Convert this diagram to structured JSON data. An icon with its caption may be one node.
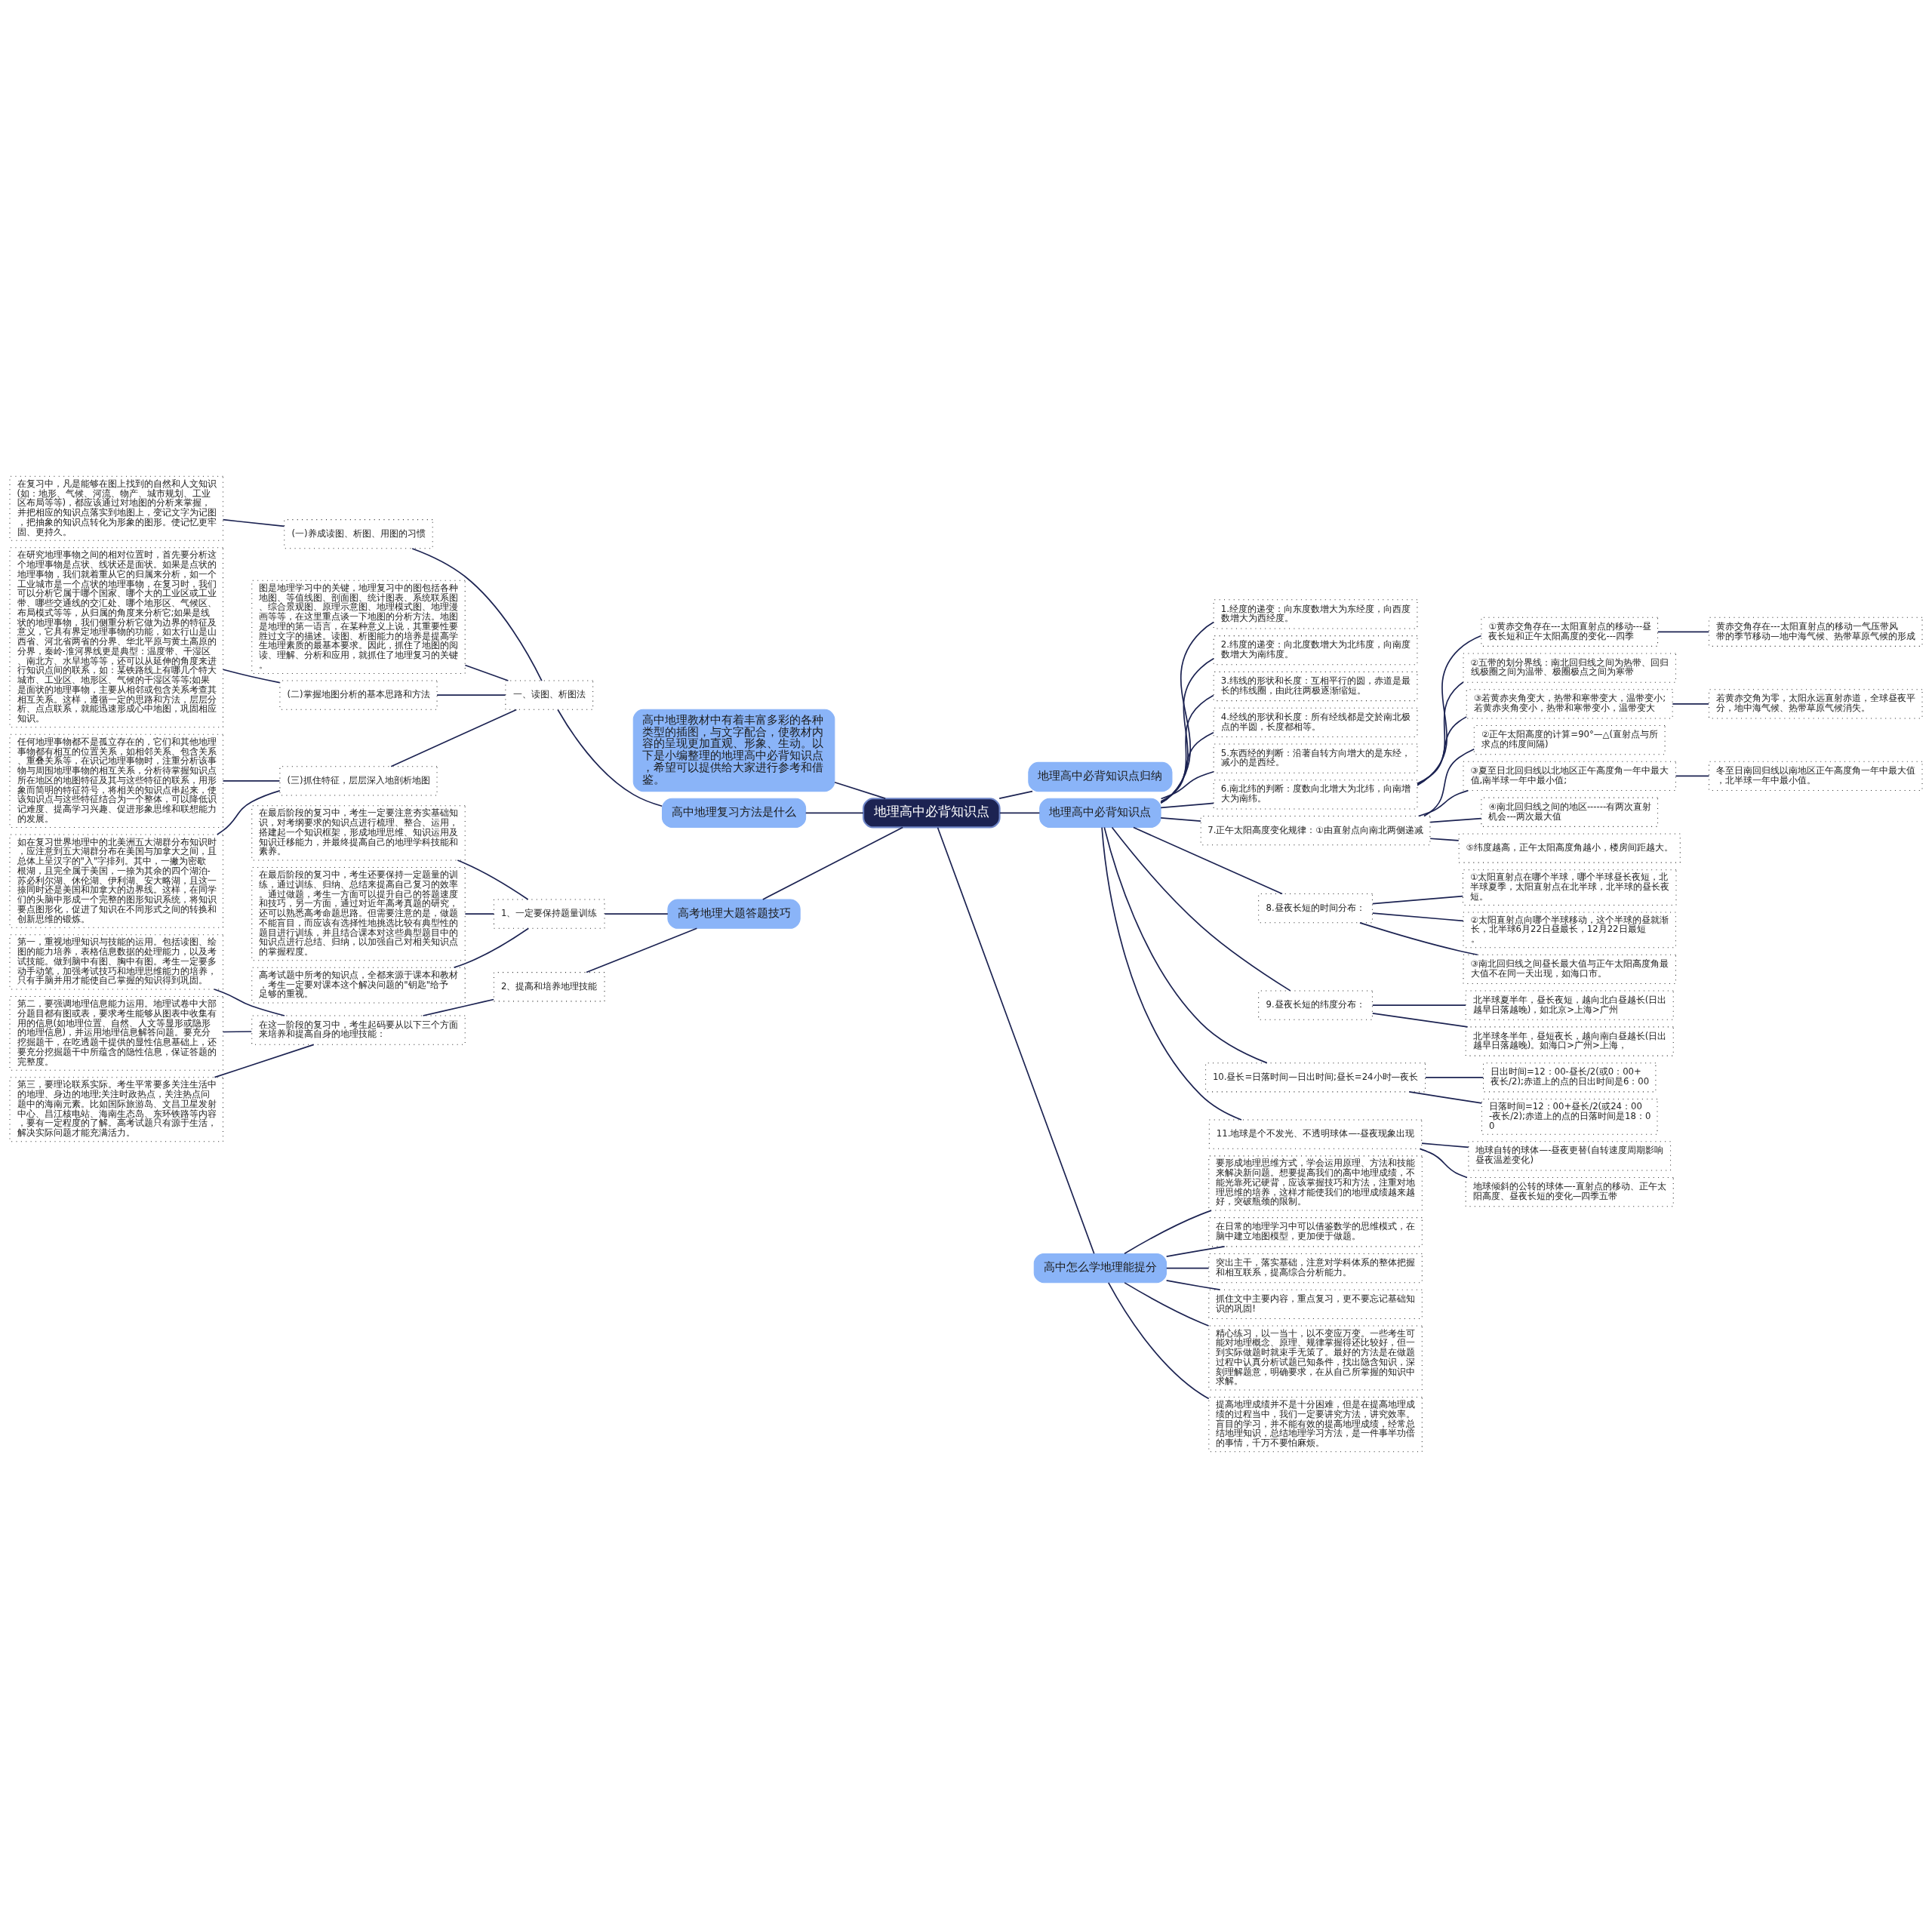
{
  "diagram": {
    "nodes": [
      {
        "text": [
          "地理高中必背知识点"
        ]
      },
      {
        "text": [
          "高中地理教材中有着丰富多彩的各种类型的插图，与文字配合，使教材内容的呈现更加直观、形象、生动。以下是小编整理的地理高中必背知识点，希望可以提供给大家进行参考和借鉴。"
        ]
      },
      {
        "text": [
          "高中地理复习方法是什么"
        ]
      },
      {
        "text": [
          "一、读图、析图法"
        ]
      },
      {
        "text": [
          "(一)养成读图、析图、用图的习惯"
        ]
      },
      {
        "text": [
          "图是地理学习中的关键，地理复习中的图包括各种地图、等值线图、剖面图、统计图表、系统联系图、综合景观图、原理示意图、地理模式图、地理漫画等等，在这里重点谈一下地图的分析方法。地图是地理的第一语言，在某种意义上说，其重要性要胜过文字的描述。读图、析图能力的培养是提高学生地理素质的最基本要求。因此，抓住了地图的阅读、理解、分析和应用，就抓住了地理复习的关键。"
        ]
      },
      {
        "text": [
          "在复习中，凡是能够在图上找到的自然和人文知识(如：地形、气候、河流、物产、城市规划、工业区布局等等)，都应该通过对地图的分析来掌握，并把相应的知识点落实到地图上，变记文字为记图，把抽象的知识点转化为形象的图形。使记忆更牢固、更持久。"
        ]
      },
      {
        "text": [
          "(二)掌握地图分析的基本思路和方法"
        ]
      },
      {
        "text": [
          "在研究地理事物之间的相对位置时，首先要分析这个地理事物是点状、线状还是面状。如果是点状的地理事物，我们就着重从它的归属来分析，如一个工业城市是一个点状的地理事物，在复习时，我们可以分析它属于哪个国家、哪个大的工业区或工业带、哪些交通线的交汇处、哪个地形区、气候区、布局模式等等，从归属的角度来分析它;如果是线状的地理事物，我们侧重分析它做为边界的特征及意义，它具有界定地理事物的功能，如太行山是山西省、河北省两省的分界、华北平原与黄土高原的分界，秦岭-淮河界线更是典型：温度带、干湿区、南北方、水旱地等等，还可以从延伸的角度来进行知识点间的联系，如：某铁路线上有哪几个特大城市、工业区、地形区、气候的干湿区等等;如果是面状的地理事物，主要从相邻或包含关系考查其相互关系。这样，遵循一定的思路和方法，层层分析、点点联系，就能迅速形成心中地图，巩固相应知识。"
        ]
      },
      {
        "text": [
          "(三)抓住特征，层层深入地剖析地图"
        ]
      },
      {
        "text": [
          "任何地理事物都不是孤立存在的，它们和其他地理事物都有相互的位置关系，如相邻关系、包含关系、重叠关系等，在识记地理事物时，注重分析该事物与周围地理事物的相互关系，分析待掌握知识点所在地区的地图特征及其与这些特征的联系，用形象而简明的特征符号，将相关的知识点串起来，使该知识点与这些特征结合为一个整体，可以降低识记难度、提高学习兴趣、促进形象思维和联想能力的发展。"
        ]
      },
      {
        "text": [
          "如在复习世界地理中的北美洲五大湖群分布知识时，应注意到五大湖群分布在美国与加拿大之间，且总体上呈汉字的\"入\"字排列。其中，一撇为密歇根湖，且完全属于美国，一捺为其余的四个湖泊-苏必利尔湖、休伦湖、伊利湖、安大略湖，且这一捺同时还是美国和加拿大的边界线。这样，在同学们的头脑中形成一个完整的图形知识系统，将知识要点图形化，促进了知识在不同形式之间的转换和创新思维的锻炼。"
        ]
      },
      {
        "text": [
          "高考地理大题答题技巧"
        ]
      },
      {
        "text": [
          "1、一定要保持题量训练"
        ]
      },
      {
        "text": [
          "在最后阶段的复习中，考生一定要注意夯实基础知识，对考纲要求的知识点进行梳理、整合、运用，搭建起一个知识框架，形成地理思维、知识运用及知识迁移能力，并最终提高自己的地理学科技能和素养。"
        ]
      },
      {
        "text": [
          "在最后阶段的复习中，考生还要保持一定题量的训练，通过训练、归纳、总结来提高自己复习的效率。通过做题，考生一方面可以提升自己的答题速度和技巧，另一方面，通过对近年高考真题的研究，还可以熟悉高考命题思路。但需要注意的是，做题不能盲目，而应该有选择性地挑选比较有典型性的题目进行训练，并且结合课本对这些典型题目中的知识点进行总结、归纳，以加强自己对相关知识点的掌握程度。"
        ]
      },
      {
        "text": [
          "高考试题中所考的知识点，全都来源于课本和教材，考生一定要对课本这个解决问题的\"钥匙\"给予足够的重视。"
        ]
      },
      {
        "text": [
          "2、提高和培养地理技能"
        ]
      },
      {
        "text": [
          "在这一阶段的复习中，考生起码要从以下三个方面来培养和提高自身的地理技能："
        ]
      },
      {
        "text": [
          "第一，重视地理知识与技能的运用。包括读图、绘图的能力培养，表格信息数据的处理能力，以及考试技能。做到脑中有图、胸中有图。考生一定要多动手动笔，加强考试技巧和地理思维能力的培养，只有手脑并用才能使自己掌握的知识得到巩固。"
        ]
      },
      {
        "text": [
          "第二，要强调地理信息能力运用。地理试卷中大部分题目都有图或表，要求考生能够从图表中收集有用的信息(如地理位置、自然、人文等显形或隐形的地理信息)，并运用地理信息解答问题。要充分挖掘题干，在吃透题干提供的显性信息基础上，还要充分挖掘题干中所蕴含的隐性信息，保证答题的完整度。"
        ]
      },
      {
        "text": [
          "第三，要理论联系实际。考生平常要多关注生活中的地理、身边的地理;关注时政热点，关注热点问题中的海南元素。比如国际旅游岛、文昌卫星发射中心、昌江核电站、海南生态岛、东环铁路等内容，要有一定程度的了解。高考试题只有源于生活，解决实际问题才能充满活力。"
        ]
      },
      {
        "text": [
          "地理高中必背知识点归纳"
        ]
      },
      {
        "text": [
          "地理高中必背知识点"
        ]
      },
      {
        "text": [
          "1.经度的递变：向东度数增大为东经度，向西度数增大为西经度。"
        ]
      },
      {
        "text": [
          "2.纬度的递变：向北度数增大为北纬度，向南度数增大为南纬度。"
        ]
      },
      {
        "text": [
          "3.纬线的形状和长度：互相平行的圆，赤道是最长的纬线圈，由此往两极逐渐缩短。"
        ]
      },
      {
        "text": [
          "4.经线的形状和长度：所有经线都是交於南北极点的半圆，长度都相等。"
        ]
      },
      {
        "text": [
          "5.东西经的判断：沿著自转方向增大的是东经，减小的是西经。"
        ]
      },
      {
        "text": [
          "6.南北纬的判断：度数向北增大为北纬，向南增大为南纬。"
        ]
      },
      {
        "text": [
          "①黄赤交角存在---太阳直射点的移动---昼夜长短和正午太阳高度的变化---四季"
        ]
      },
      {
        "text": [
          "黄赤交角存在---太阳直射点的移动一气压带风带的季节移动—地中海气候、热带草原气候的形成"
        ]
      },
      {
        "text": [
          "②五带的划分界线：南北回归线之间为热带、回归线极圈之间为温带、极圈极点之间为寒带"
        ]
      },
      {
        "text": [
          "③若黄赤夹角变大，热带和寒带变大，温带变小;若黄赤夹角变小，热带和寒带变小，温带变大"
        ]
      },
      {
        "text": [
          "若黄赤交角为零，太阳永远直射赤道，全球昼夜平分，地中海气候、热带草原气候消失。"
        ]
      },
      {
        "text": [
          "7.正午太阳高度变化规律：①由直射点向南北两侧递减"
        ]
      },
      {
        "text": [
          "②正午太阳高度的计算=90°—△(直射点与所求点的纬度间隔)"
        ]
      },
      {
        "text": [
          "③夏至日北回归线以北地区正午高度角一年中最大值,南半球一年中最小值;"
        ]
      },
      {
        "text": [
          "冬至日南回归线以南地区正午高度角一年中最大值，北半球一年中最小值。"
        ]
      },
      {
        "text": [
          "④南北回归线之间的地区------有两次直射机会---两次最大值"
        ]
      },
      {
        "text": [
          "⑤纬度越高，正午太阳高度角越小，楼房间距越大。"
        ]
      },
      {
        "text": [
          "8.昼夜长短的时间分布："
        ]
      },
      {
        "text": [
          "①太阳直射点在哪个半球，哪个半球昼长夜短，北半球夏季，太阳直射点在北半球，北半球的昼长夜短。"
        ]
      },
      {
        "text": [
          "②太阳直射点向哪个半球移动，这个半球的昼就渐长，北半球6月22日昼最长，12月22日最短。"
        ]
      },
      {
        "text": [
          "③南北回归线之间昼长最大值与正午太阳高度角最大值不在同一天出现，如海口市。"
        ]
      },
      {
        "text": [
          "9.昼夜长短的纬度分布："
        ]
      },
      {
        "text": [
          "北半球夏半年，昼长夜短，越向北白昼越长(日出越早日落越晚)，如北京>上海>广州"
        ]
      },
      {
        "text": [
          "北半球冬半年，昼短夜长，越向南白昼越长(日出越早日落越晚)。如海口>广州>上海，"
        ]
      },
      {
        "text": [
          "10.昼长=日落时间—日出时间;昼长=24小时—夜长"
        ]
      },
      {
        "text": [
          "日出时间=12：00-昼长/2(或0：00+夜长/2);赤道上的点的日出时间是6：00"
        ]
      },
      {
        "text": [
          "日落时间=12：00+昼长/2(或24：00-夜长/2);赤道上的点的日落时间是18：00"
        ]
      },
      {
        "text": [
          "11.地球是个不发光、不透明球体—-昼夜现象出现"
        ]
      },
      {
        "text": [
          "地球自转的球体—-昼夜更替(自转速度周期影响昼夜温差变化)"
        ]
      },
      {
        "text": [
          "地球倾斜的公转的球体—-直射点的移动、正午太阳高度、昼夜长短的变化—四季五带"
        ]
      },
      {
        "text": [
          "高中怎么学地理能提分"
        ]
      },
      {
        "text": [
          "要形成地理思维方式，学会运用原理、方法和技能来解决新问题。想要提高我们的高中地理成绩，不能光靠死记硬背，应该掌握技巧和方法，注重对地理思维的培养，这样才能使我们的地理成绩越来越好，突破瓶颈的限制。"
        ]
      },
      {
        "text": [
          "在日常的地理学习中可以借鉴数学的思维模式，在脑中建立地图模型，更加便于做题。"
        ]
      },
      {
        "text": [
          "突出主干，落实基础，注意对学科体系的整体把握和相互联系，提高综合分析能力。"
        ]
      },
      {
        "text": [
          "抓住文中主要内容，重点复习，更不要忘记基础知识的巩固!"
        ]
      },
      {
        "text": [
          "精心练习，以一当十，以不变应万变。一些考生可能对地理概念、原理、规律掌握得还比较好，但一到实际做题时就束手无策了。最好的方法是在做题过程中认真分析试题已知条件，找出隐含知识，深刻理解题意，明确要求，在从自己所掌握的知识中求解。"
        ]
      },
      {
        "text": [
          "提高地理成绩并不是十分困难，但是在提高地理成绩的过程当中，我们一定要讲究方法，讲究效率。盲目的学习，并不能有效的提高地理成绩，经常总结地理知识，总结地理学习方法，是一件事半功倍的事情，千万不要怕麻烦。"
        ]
      }
    ],
    "edges": [
      {
        "from": 0,
        "to": 1,
        "arrow": "none"
      },
      {
        "from": 0,
        "to": 2,
        "arrow": "none"
      },
      {
        "from": 2,
        "to": 3,
        "arrow": "none"
      },
      {
        "from": 3,
        "to": 5,
        "arrow": "none"
      },
      {
        "from": 3,
        "to": 4,
        "arrow": "none"
      },
      {
        "from": 4,
        "to": 6,
        "arrow": "none"
      },
      {
        "from": 3,
        "to": 7,
        "arrow": "none"
      },
      {
        "from": 7,
        "to": 8,
        "arrow": "none"
      },
      {
        "from": 3,
        "to": 9,
        "arrow": "none"
      },
      {
        "from": 9,
        "to": 10,
        "arrow": "none"
      },
      {
        "from": 9,
        "to": 11,
        "arrow": "none"
      },
      {
        "from": 0,
        "to": 12,
        "arrow": "none"
      },
      {
        "from": 12,
        "to": 13,
        "arrow": "none"
      },
      {
        "from": 13,
        "to": 14,
        "arrow": "none"
      },
      {
        "from": 13,
        "to": 15,
        "arrow": "none"
      },
      {
        "from": 13,
        "to": 16,
        "arrow": "none"
      },
      {
        "from": 12,
        "to": 17,
        "arrow": "none"
      },
      {
        "from": 17,
        "to": 18,
        "arrow": "none"
      },
      {
        "from": 18,
        "to": 19,
        "arrow": "none"
      },
      {
        "from": 18,
        "to": 20,
        "arrow": "none"
      },
      {
        "from": 18,
        "to": 21,
        "arrow": "none"
      },
      {
        "from": 0,
        "to": 22,
        "arrow": "none"
      },
      {
        "from": 0,
        "to": 23,
        "arrow": "none"
      },
      {
        "from": 23,
        "to": 24,
        "arrow": "none"
      },
      {
        "from": 23,
        "to": 25,
        "arrow": "none"
      },
      {
        "from": 23,
        "to": 26,
        "arrow": "none"
      },
      {
        "from": 23,
        "to": 27,
        "arrow": "none"
      },
      {
        "from": 23,
        "to": 28,
        "arrow": "none"
      },
      {
        "from": 23,
        "to": 29,
        "arrow": "none"
      },
      {
        "from": 29,
        "to": 30,
        "arrow": "none"
      },
      {
        "from": 30,
        "to": 31,
        "arrow": "none"
      },
      {
        "from": 29,
        "to": 32,
        "arrow": "none"
      },
      {
        "from": 29,
        "to": 33,
        "arrow": "none"
      },
      {
        "from": 33,
        "to": 34,
        "arrow": "none"
      },
      {
        "from": 23,
        "to": 35,
        "arrow": "none"
      },
      {
        "from": 35,
        "to": 36,
        "arrow": "none"
      },
      {
        "from": 35,
        "to": 37,
        "arrow": "none"
      },
      {
        "from": 37,
        "to": 38,
        "arrow": "none"
      },
      {
        "from": 35,
        "to": 39,
        "arrow": "none"
      },
      {
        "from": 35,
        "to": 40,
        "arrow": "none"
      },
      {
        "from": 23,
        "to": 41,
        "arrow": "none"
      },
      {
        "from": 41,
        "to": 42,
        "arrow": "none"
      },
      {
        "from": 41,
        "to": 43,
        "arrow": "none"
      },
      {
        "from": 41,
        "to": 44,
        "arrow": "none"
      },
      {
        "from": 23,
        "to": 45,
        "arrow": "none"
      },
      {
        "from": 45,
        "to": 46,
        "arrow": "none"
      },
      {
        "from": 45,
        "to": 47,
        "arrow": "none"
      },
      {
        "from": 23,
        "to": 48,
        "arrow": "none"
      },
      {
        "from": 48,
        "to": 49,
        "arrow": "none"
      },
      {
        "from": 48,
        "to": 50,
        "arrow": "none"
      },
      {
        "from": 23,
        "to": 51,
        "arrow": "none"
      },
      {
        "from": 51,
        "to": 52,
        "arrow": "none"
      },
      {
        "from": 51,
        "to": 53,
        "arrow": "none"
      },
      {
        "from": 0,
        "to": 54,
        "arrow": "none"
      },
      {
        "from": 54,
        "to": 55,
        "arrow": "none"
      },
      {
        "from": 54,
        "to": 56,
        "arrow": "none"
      },
      {
        "from": 54,
        "to": 57,
        "arrow": "none"
      },
      {
        "from": 54,
        "to": 58,
        "arrow": "none"
      },
      {
        "from": 54,
        "to": 59,
        "arrow": "none"
      },
      {
        "from": 54,
        "to": 60,
        "arrow": "none"
      }
    ]
  }
}
